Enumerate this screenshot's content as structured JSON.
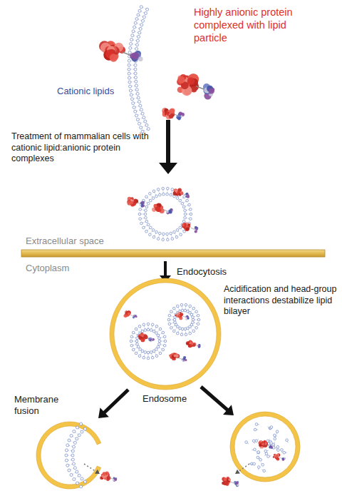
{
  "diagram": {
    "labels": [
      "Highly anionic protein complexed with lipid particle",
      "Cationic lipids",
      "Treatment of mammalian cells with cationic lipid:anionic protein complexes",
      "Extracellular space",
      "Cytoplasm",
      "Endocytosis",
      "Acidification and head-group interactions destabilize lipid bilayer",
      "Membrane fusion",
      "Endosome"
    ]
  }
}
